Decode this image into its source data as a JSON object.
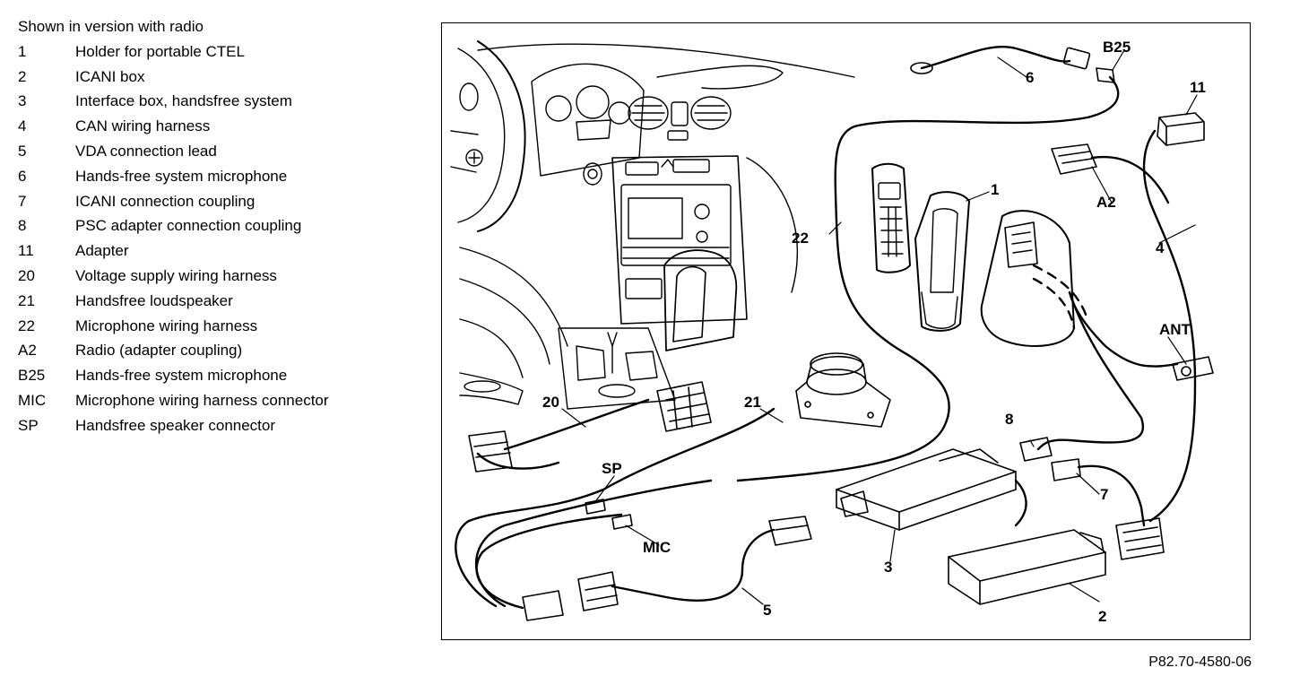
{
  "legend": {
    "heading": "Shown in version with radio",
    "items": [
      {
        "code": "1",
        "text": "Holder for portable CTEL"
      },
      {
        "code": "2",
        "text": "ICANI box"
      },
      {
        "code": "3",
        "text": "Interface box, handsfree system"
      },
      {
        "code": "4",
        "text": "CAN wiring harness"
      },
      {
        "code": "5",
        "text": "VDA connection lead"
      },
      {
        "code": "6",
        "text": "Hands-free system microphone"
      },
      {
        "code": "7",
        "text": "ICANI connection coupling"
      },
      {
        "code": "8",
        "text": "PSC adapter connection coupling"
      },
      {
        "code": "11",
        "text": "Adapter"
      },
      {
        "code": "20",
        "text": "Voltage supply wiring harness"
      },
      {
        "code": "21",
        "text": "Handsfree loudspeaker"
      },
      {
        "code": "22",
        "text": "Microphone wiring harness"
      },
      {
        "code": "A2",
        "text": "Radio (adapter coupling)"
      },
      {
        "code": "B25",
        "text": "Hands-free system microphone"
      },
      {
        "code": "MIC",
        "text": "Microphone wiring harness connector"
      },
      {
        "code": "SP",
        "text": "Handsfree speaker connector"
      }
    ]
  },
  "callouts": {
    "c1": "1",
    "c2": "2",
    "c3": "3",
    "c4": "4",
    "c5": "5",
    "c6": "6",
    "c7": "7",
    "c8": "8",
    "c11": "11",
    "c20": "20",
    "c21": "21",
    "c22": "22",
    "cA2": "A2",
    "cB25": "B25",
    "cANT": "ANT",
    "cMIC": "MIC",
    "cSP": "SP"
  },
  "reference": "P82.70-4580-06"
}
